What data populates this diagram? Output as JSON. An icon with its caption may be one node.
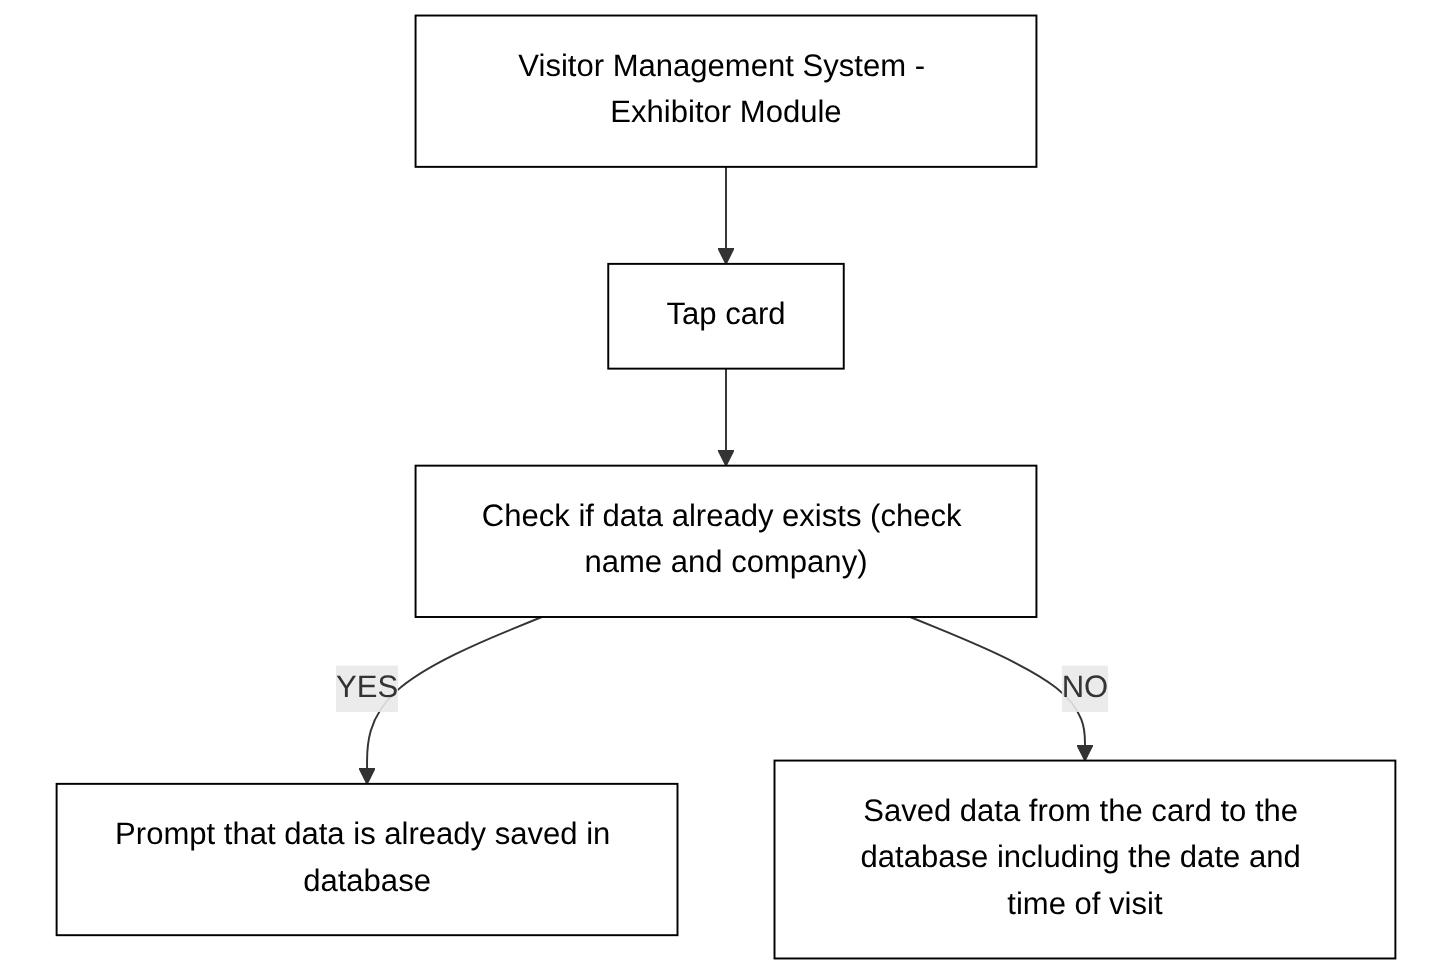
{
  "diagram": {
    "nodes": [
      {
        "text": [
          "Visitor Management System - Exhibitor Module"
        ]
      },
      {
        "text": [
          "Tap card"
        ]
      },
      {
        "text": [
          "Check if data already exists (check name and company)"
        ]
      },
      {
        "text": [
          "Prompt that data is already saved in database"
        ]
      },
      {
        "text": [
          "Saved data from the card to the database including the date and time of visit"
        ]
      }
    ],
    "edges": [
      {
        "from": 0,
        "to": 1,
        "arrow": "to"
      },
      {
        "from": 1,
        "to": 2,
        "arrow": "to"
      },
      {
        "from": 2,
        "to": 3,
        "arrow": "to",
        "label": "YES"
      },
      {
        "from": 2,
        "to": 4,
        "arrow": "to",
        "label": "NO"
      }
    ]
  }
}
